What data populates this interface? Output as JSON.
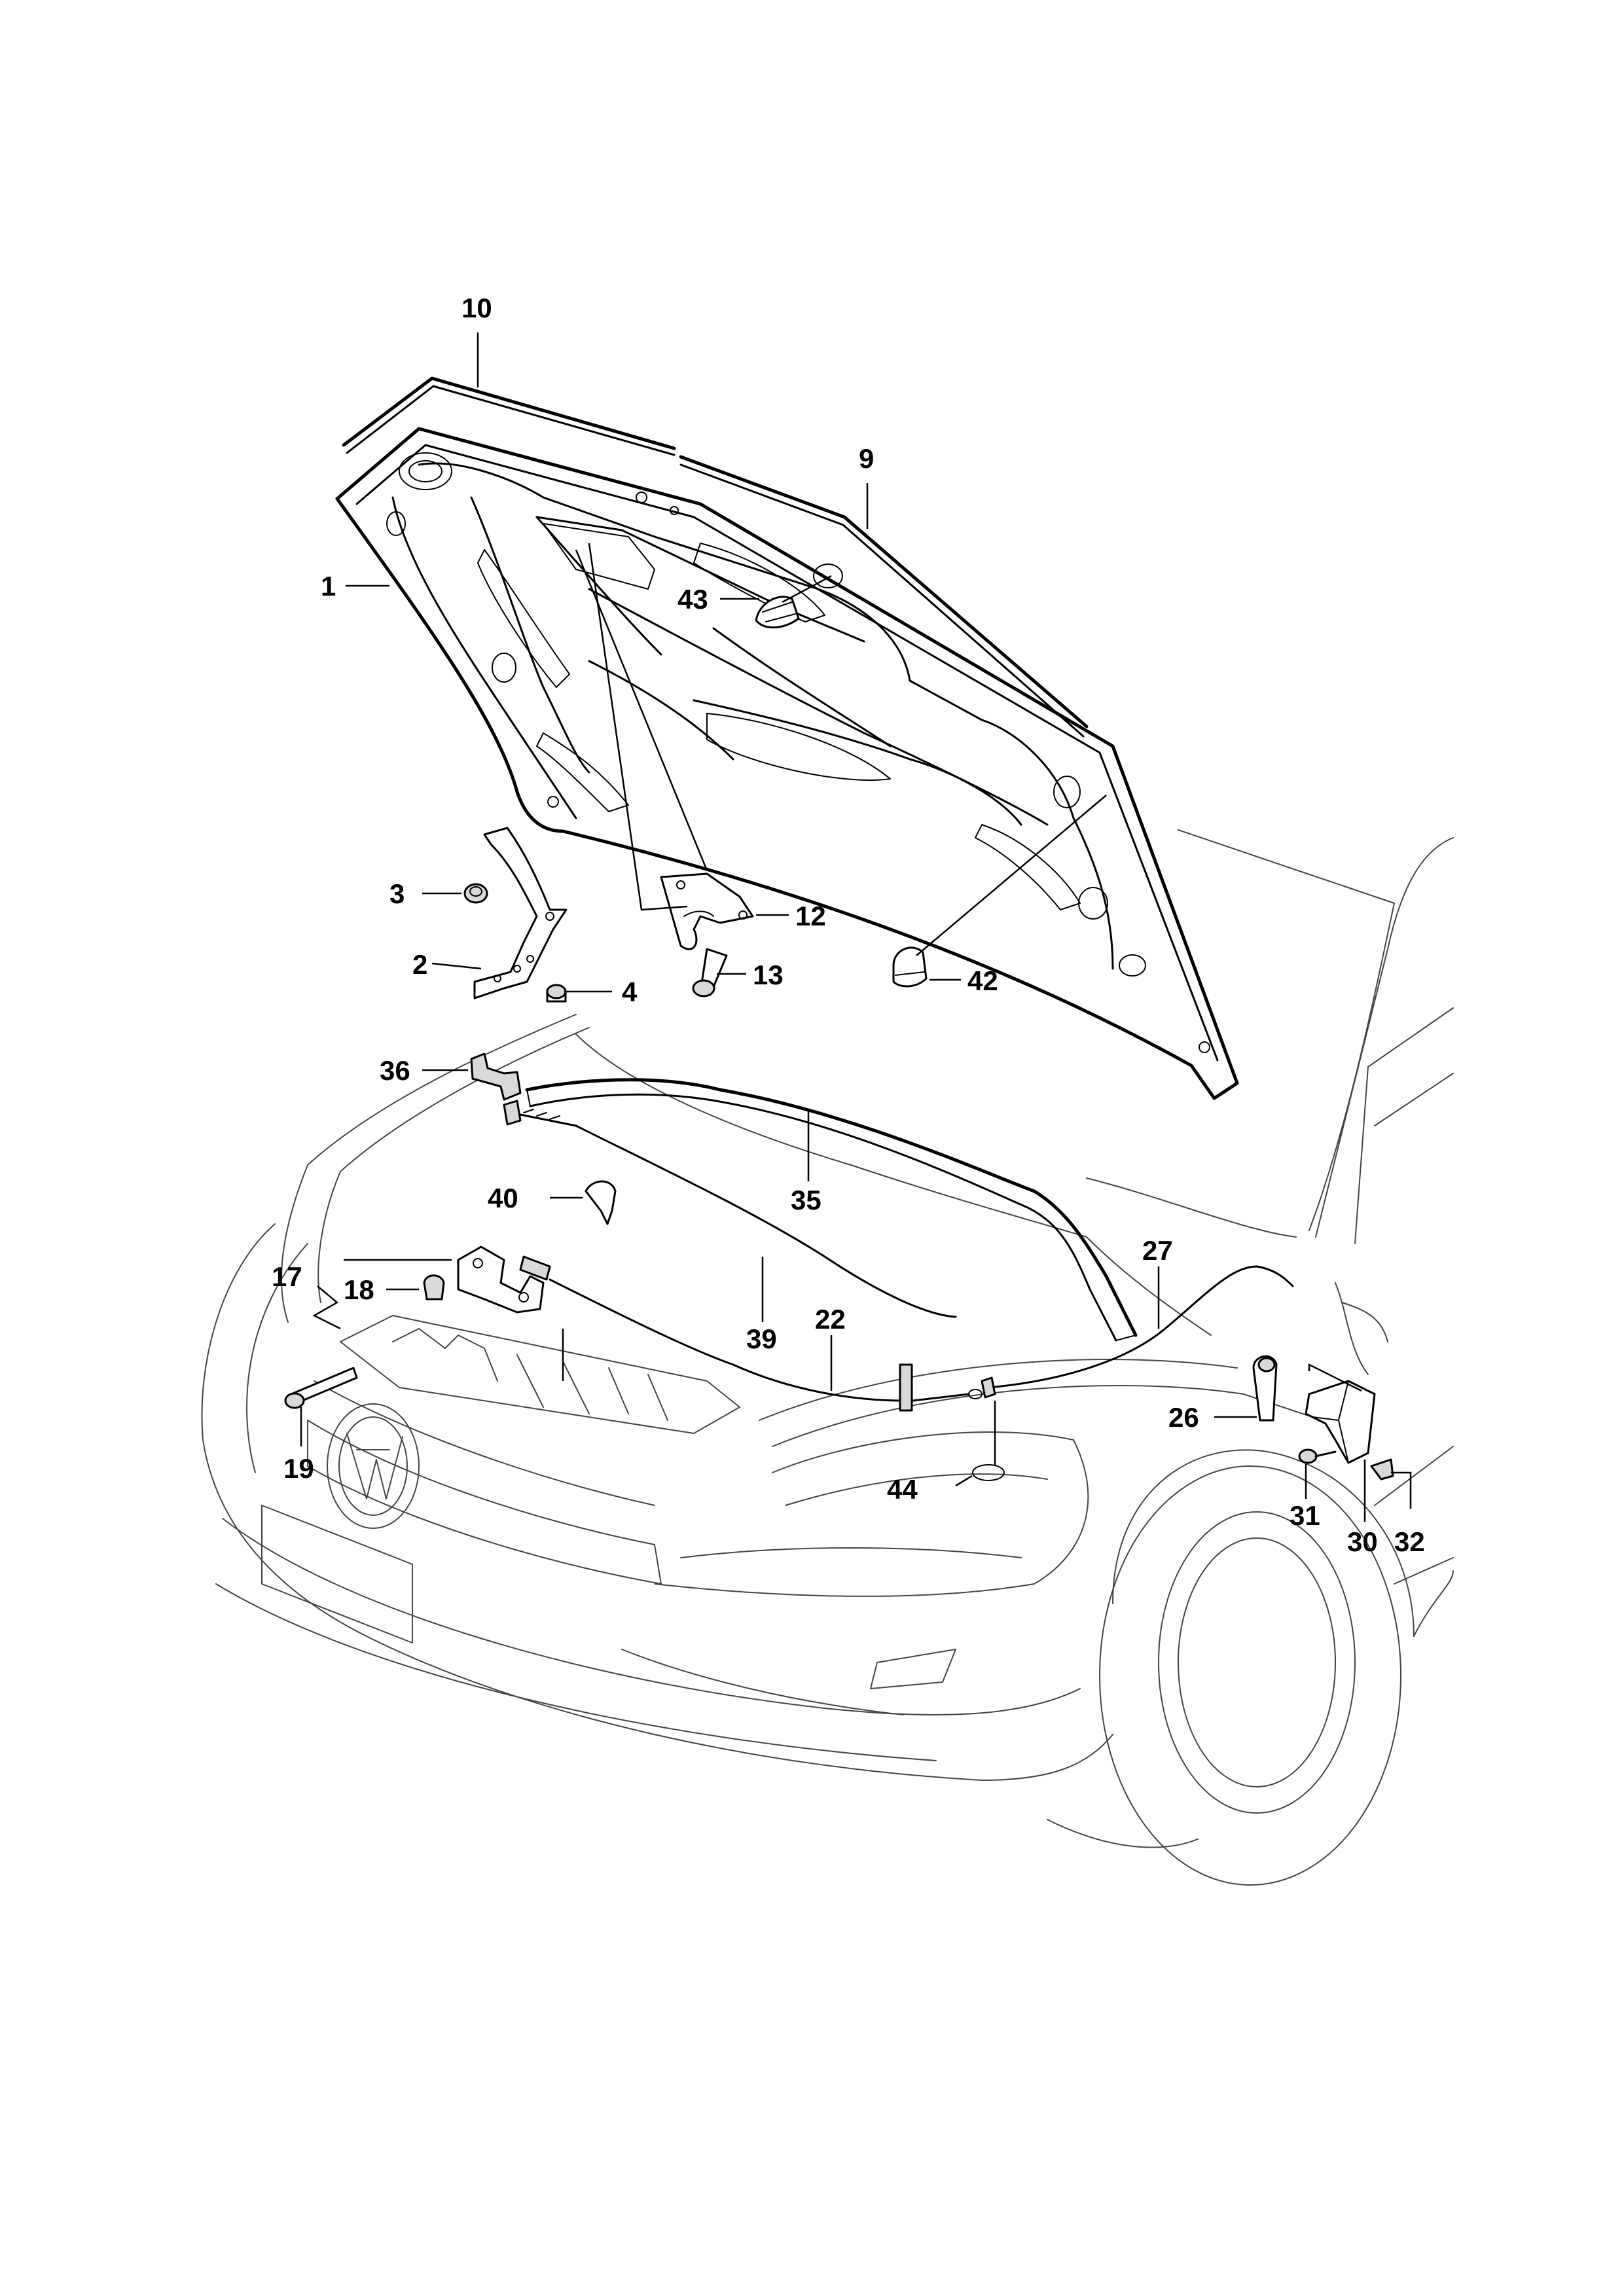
{
  "diagram": {
    "callouts": [
      {
        "id": "10",
        "label": "10"
      },
      {
        "id": "9",
        "label": "9"
      },
      {
        "id": "1",
        "label": "1"
      },
      {
        "id": "43",
        "label": "43"
      },
      {
        "id": "3",
        "label": "3"
      },
      {
        "id": "2",
        "label": "2"
      },
      {
        "id": "12",
        "label": "12"
      },
      {
        "id": "13",
        "label": "13"
      },
      {
        "id": "4",
        "label": "4"
      },
      {
        "id": "42",
        "label": "42"
      },
      {
        "id": "36",
        "label": "36"
      },
      {
        "id": "35",
        "label": "35"
      },
      {
        "id": "40",
        "label": "40"
      },
      {
        "id": "17",
        "label": "17"
      },
      {
        "id": "18",
        "label": "18"
      },
      {
        "id": "39",
        "label": "39"
      },
      {
        "id": "22",
        "label": "22"
      },
      {
        "id": "27",
        "label": "27"
      },
      {
        "id": "26",
        "label": "26"
      },
      {
        "id": "19",
        "label": "19"
      },
      {
        "id": "44",
        "label": "44"
      },
      {
        "id": "31",
        "label": "31"
      },
      {
        "id": "30",
        "label": "30"
      },
      {
        "id": "32",
        "label": "32"
      }
    ]
  }
}
